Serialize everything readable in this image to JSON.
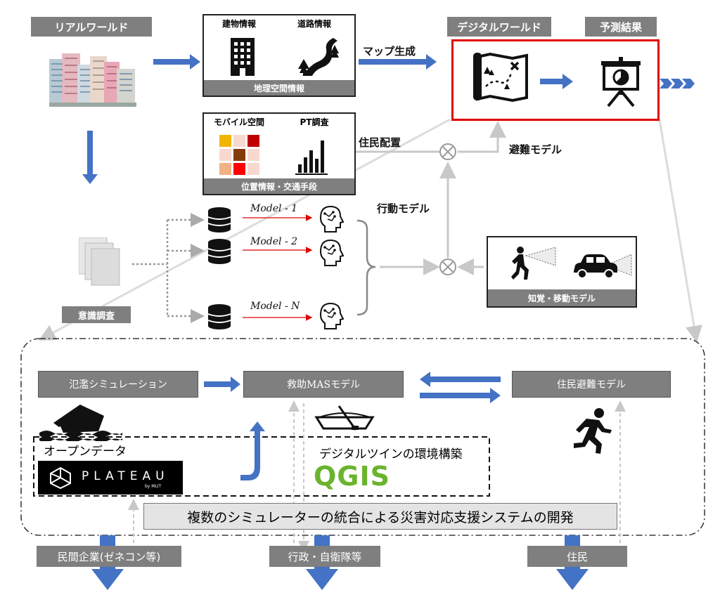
{
  "headers": {
    "real_world": "リアルワールド",
    "digital_world": "デジタルワールド",
    "prediction": "予測結果"
  },
  "panels": {
    "geo": {
      "left": "建物情報",
      "right": "道路情報",
      "caption": "地理空間情報"
    },
    "loc": {
      "left": "モバイル空間",
      "right": "PT調査",
      "caption": "位置情報・交通手段"
    },
    "perception": {
      "caption": "知覚・移動モデル"
    }
  },
  "labels": {
    "map_gen": "マップ生成",
    "resident_placement": "住民配置",
    "evac_model": "避難モデル",
    "behavior_model": "行動モデル",
    "survey": "意識調査"
  },
  "models": [
    "Model - 1",
    "Model - 2",
    "Model - N"
  ],
  "bottom": {
    "flood_sim": "氾濫シミュレーション",
    "rescue_mas": "救助MASモデル",
    "resident_evac": "住民避難モデル",
    "open_data": "オープンデータ",
    "digital_twin": "デジタルツインの環境構築",
    "plateau": "PLATEAU",
    "plateau_by": "by MLIT",
    "qgis": "QGIS",
    "title": "複数のシミュレーターの統合による災害対応支援システムの開発"
  },
  "outputs": [
    "民間企業(ゼネコン等)",
    "行政・自衛隊等",
    "住民"
  ],
  "colors": {
    "arrow_blue": "#4472c4",
    "header_gray": "#7f7f7f",
    "highlight_red": "#e00000"
  }
}
